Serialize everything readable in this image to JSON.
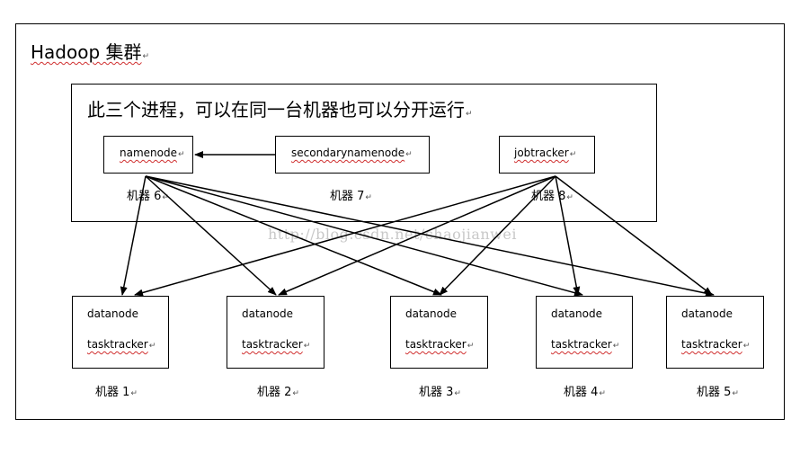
{
  "diagram": {
    "title": "Hadoop 集群",
    "group_caption": "此三个进程，可以在同一台机器也可以分开运行",
    "masters": [
      {
        "label": "namenode",
        "machine": "机器 6"
      },
      {
        "label": "secondarynamenode",
        "machine": "机器 7"
      },
      {
        "label": "jobtracker",
        "machine": "机器 8"
      }
    ],
    "workers": [
      {
        "line1": "datanode",
        "line2": "tasktracker",
        "machine": "机器 1"
      },
      {
        "line1": "datanode",
        "line2": "tasktracker",
        "machine": "机器 2"
      },
      {
        "line1": "datanode",
        "line2": "tasktracker",
        "machine": "机器 3"
      },
      {
        "line1": "datanode",
        "line2": "tasktracker",
        "machine": "机器 4"
      },
      {
        "line1": "datanode",
        "line2": "tasktracker",
        "machine": "机器 5"
      }
    ],
    "watermark": "http://blog.csdn.net/chaojianwei",
    "edges": [
      {
        "from": "secondarynamenode",
        "to": "namenode"
      },
      {
        "from": "namenode",
        "to": "worker-1"
      },
      {
        "from": "namenode",
        "to": "worker-2"
      },
      {
        "from": "namenode",
        "to": "worker-3"
      },
      {
        "from": "namenode",
        "to": "worker-4"
      },
      {
        "from": "namenode",
        "to": "worker-5"
      },
      {
        "from": "jobtracker",
        "to": "worker-1"
      },
      {
        "from": "jobtracker",
        "to": "worker-2"
      },
      {
        "from": "jobtracker",
        "to": "worker-3"
      },
      {
        "from": "jobtracker",
        "to": "worker-4"
      },
      {
        "from": "jobtracker",
        "to": "worker-5"
      }
    ]
  }
}
